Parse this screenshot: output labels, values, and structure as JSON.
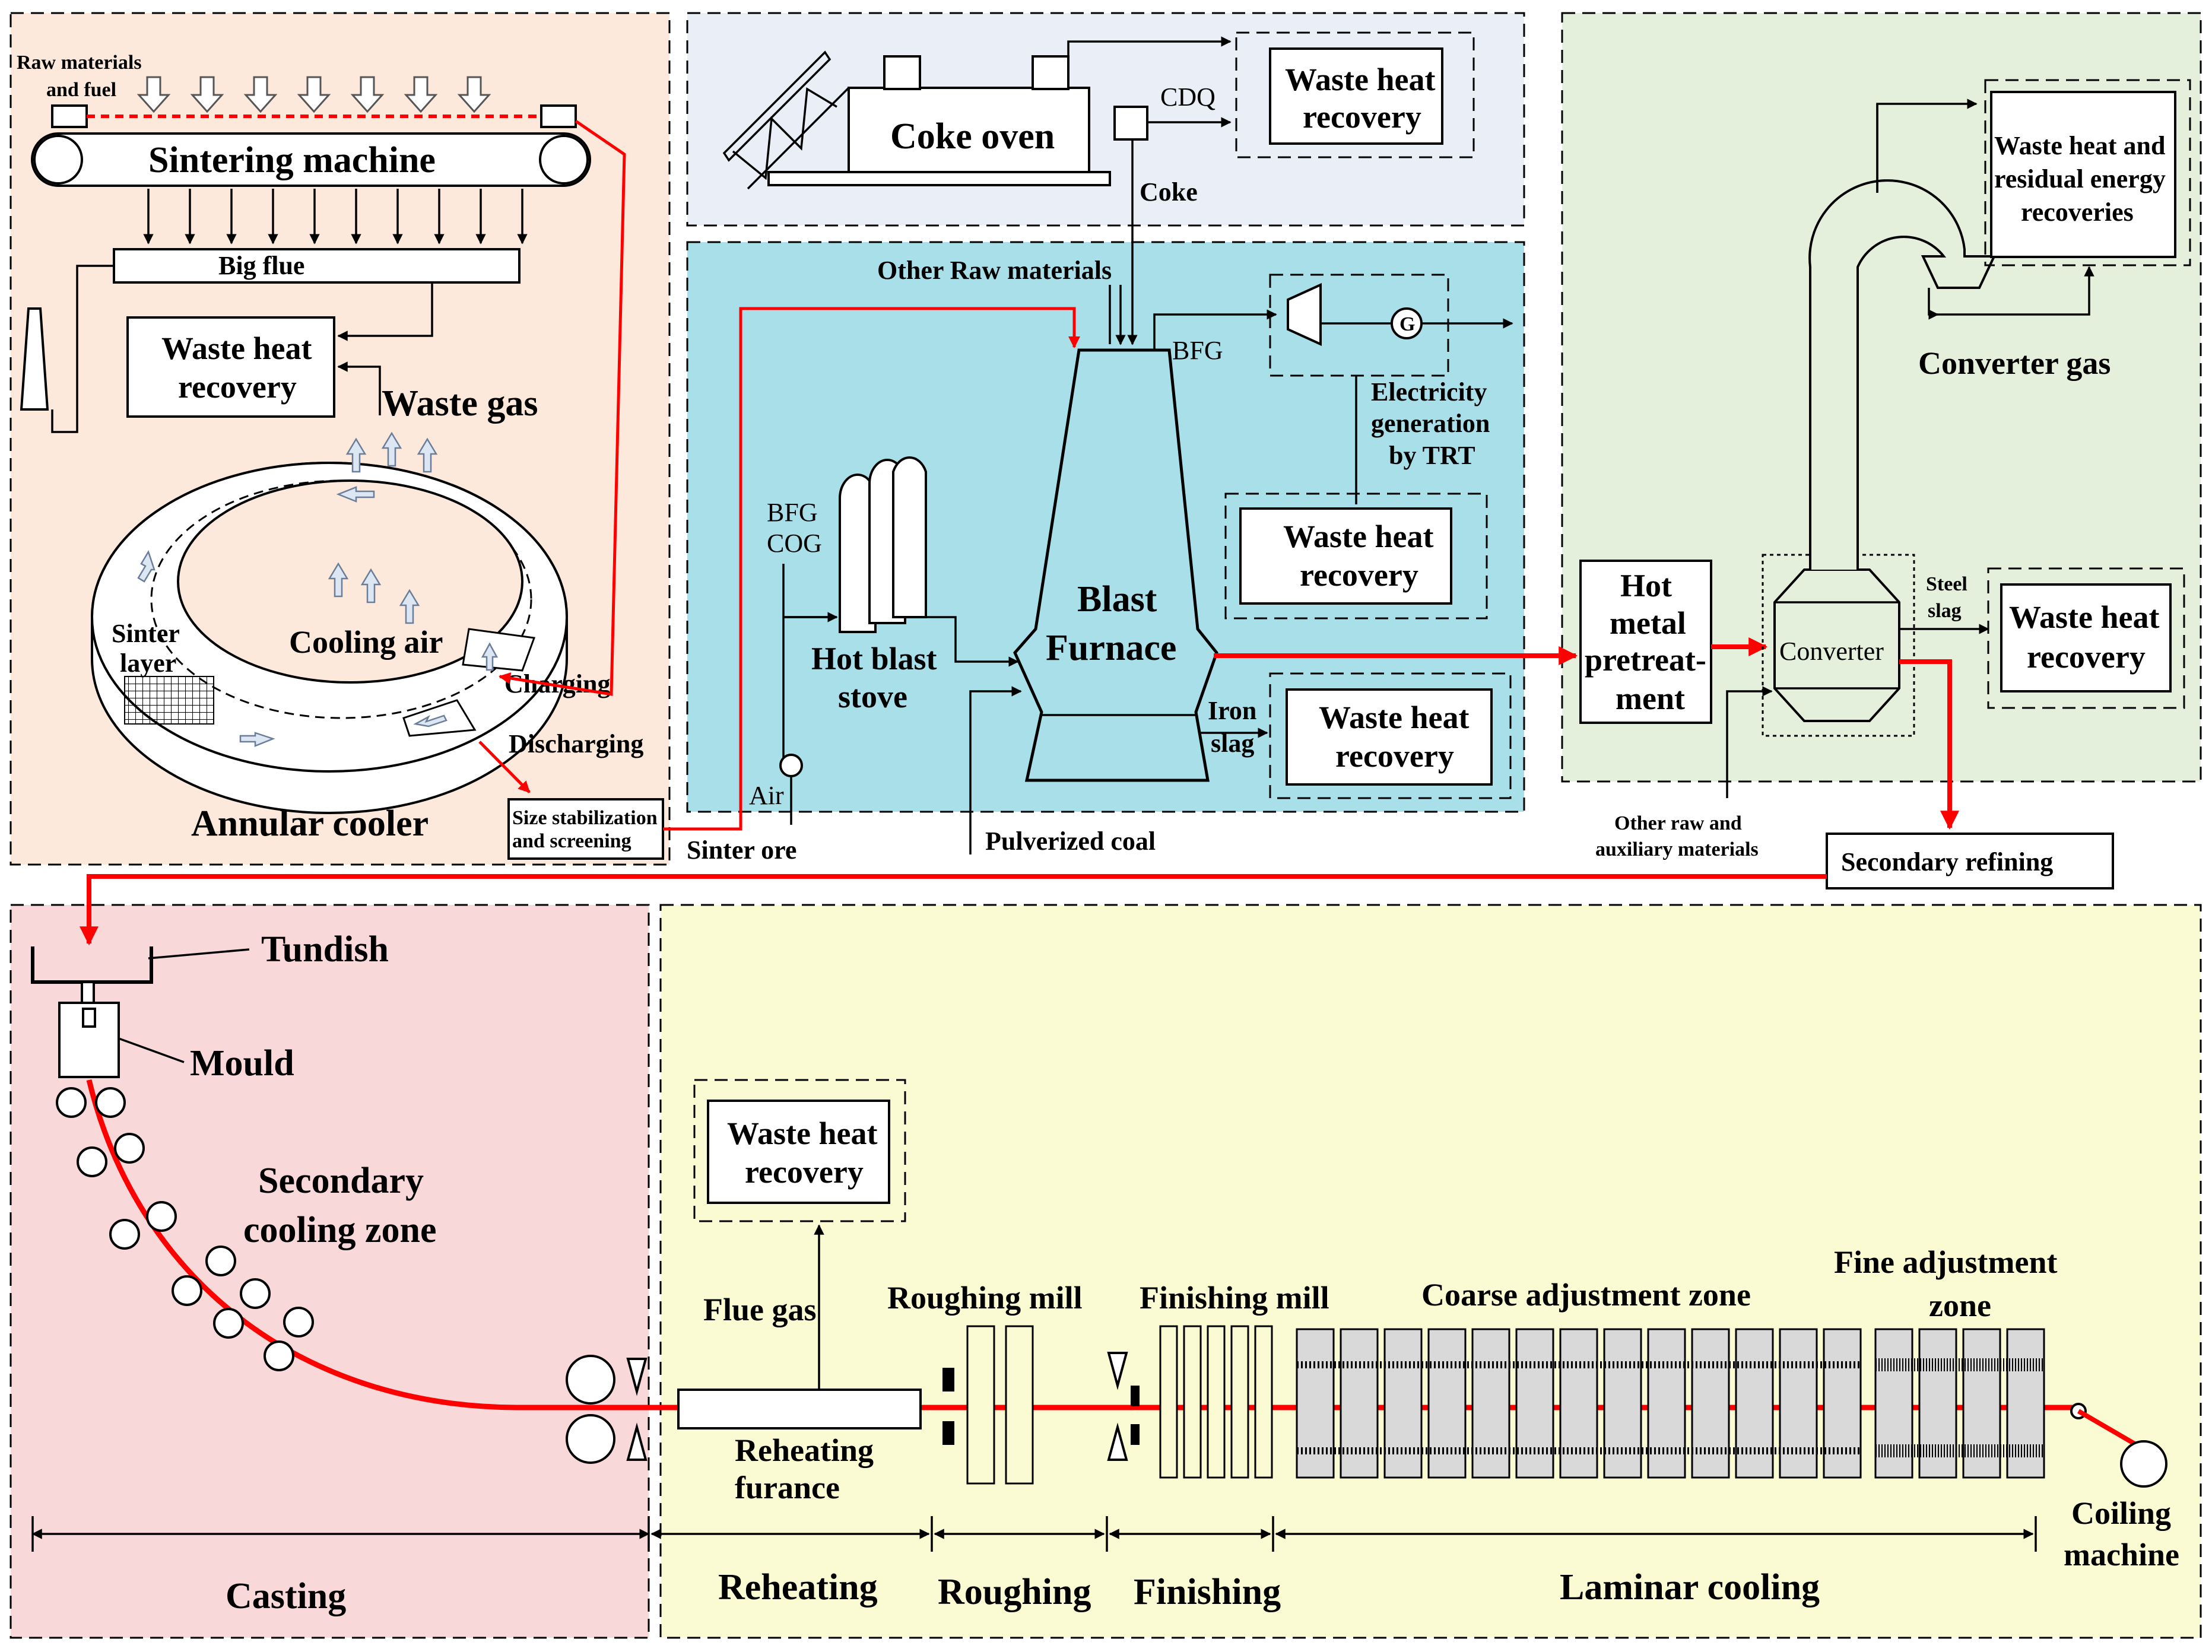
{
  "colors": {
    "sinter_bg": "#fde9dc",
    "coke_bg": "#e9eef7",
    "blast_bg": "#a9dfe9",
    "converter_bg": "#e4efdc",
    "casting_bg": "#f8d8d8",
    "rolling_bg": "#fbfbd3",
    "flow_red": "#ff0000"
  },
  "sintering": {
    "raw_materials": "Raw materials",
    "and_fuel": "and fuel",
    "sintering_machine": "Sintering machine",
    "big_flue": "Big flue",
    "whr_line1": "Waste heat",
    "whr_line2": "recovery",
    "waste_gas": "Waste gas",
    "sinter": "Sinter",
    "layer": "layer",
    "cooling_air": "Cooling air",
    "charging": "Charging",
    "discharging": "Discharging",
    "annular_cooler": "Annular cooler",
    "size_line1": "Size stabilization",
    "size_line2": "and screening",
    "sinter_ore": "Sinter ore"
  },
  "coking": {
    "coke_oven": "Coke oven",
    "cdq": "CDQ",
    "coke": "Coke",
    "whr_line1": "Waste heat",
    "whr_line2": "recovery"
  },
  "ironmaking": {
    "other_raw": "Other Raw materials",
    "bfg": "BFG",
    "g": "G",
    "elec_line1": "Electricity",
    "elec_line2": "generation",
    "elec_line3": "by TRT",
    "whr1_line1": "Waste heat",
    "whr1_line2": "recovery",
    "bfg_left": "BFG",
    "cog": "COG",
    "hot_blast_line1": "Hot blast",
    "hot_blast_line2": "stove",
    "blast_line1": "Blast",
    "blast_line2": "Furnace",
    "iron": "Iron",
    "slag": "slag",
    "whr2_line1": "Waste heat",
    "whr2_line2": "recovery",
    "air": "Air",
    "pulverized_coal": "Pulverized coal"
  },
  "steelmaking": {
    "whr_top_line1": "Waste heat and",
    "whr_top_line2": "residual energy",
    "whr_top_line3": "recoveries",
    "converter_gas": "Converter gas",
    "hot_metal_line1": "Hot",
    "hot_metal_line2": "metal",
    "hot_metal_line3": "pretreat-",
    "hot_metal_line4": "ment",
    "converter": "Converter",
    "steel": "Steel",
    "slag": "slag",
    "whr_line1": "Waste heat",
    "whr_line2": "recovery",
    "other_aux_line1": "Other raw and",
    "other_aux_line2": "auxiliary materials",
    "secondary_refining": "Secondary refining"
  },
  "casting": {
    "tundish": "Tundish",
    "mould": "Mould",
    "secondary_line1": "Secondary",
    "secondary_line2": "cooling zone",
    "label": "Casting"
  },
  "rolling": {
    "whr_line1": "Waste heat",
    "whr_line2": "recovery",
    "flue_gas": "Flue gas",
    "reheating_line1": "Reheating",
    "reheating_line2": "furance",
    "roughing_mill": "Roughing mill",
    "finishing_mill": "Finishing mill",
    "coarse_zone": "Coarse adjustment zone",
    "fine_line1": "Fine adjustment",
    "fine_line2": "zone",
    "coiling_line1": "Coiling",
    "coiling_line2": "machine",
    "stage_reheating": "Reheating",
    "stage_roughing": "Roughing",
    "stage_finishing": "Finishing",
    "stage_laminar": "Laminar cooling"
  }
}
